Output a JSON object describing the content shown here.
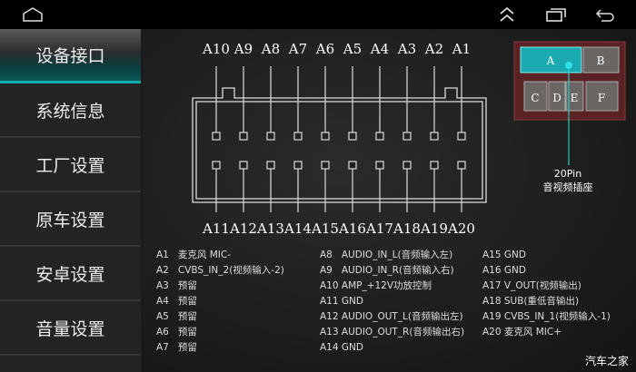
{
  "nav": {
    "icons": [
      "home-icon",
      "expand-up-icon",
      "recent-apps-icon",
      "back-icon"
    ]
  },
  "sidebar": {
    "items": [
      {
        "label": "设备接口",
        "active": true
      },
      {
        "label": "系统信息"
      },
      {
        "label": "工厂设置"
      },
      {
        "label": "原车设置"
      },
      {
        "label": "安卓设置"
      },
      {
        "label": "音量设置"
      }
    ]
  },
  "connector": {
    "top_labels": [
      "A10",
      "A9",
      "A8",
      "A7",
      "A6",
      "A5",
      "A4",
      "A3",
      "A2",
      "A1"
    ],
    "bottom_labels": [
      "A11",
      "A12",
      "A13",
      "A14",
      "A15",
      "A16",
      "A17",
      "A18",
      "A19",
      "A20"
    ]
  },
  "plug": {
    "cells": [
      "A",
      "B",
      "C",
      "D",
      "E",
      "F"
    ],
    "selected": "A",
    "label_line1": "20Pin",
    "label_line2": "音视频插座",
    "accent": "#1aa9b0"
  },
  "legend": {
    "columns": [
      [
        "A1   麦克风 MIC-",
        "A2   CVBS_IN_2(视频输入-2)",
        "A3   预留",
        "A4   预留",
        "A5   预留",
        "A6   预留",
        "A7   预留"
      ],
      [
        "A8   AUDIO_IN_L(音频输入左)",
        "A9   AUDIO_IN_R(音频输入右)",
        "A10 AMP_+12V功放控制",
        "A11 GND",
        "A12 AUDIO_OUT_L(音频输出左)",
        "A13 AUDIO_OUT_R(音频输出右)",
        "A14 GND"
      ],
      [
        "A15 GND",
        "A16 GND",
        "A17 V_OUT(视频输出)",
        "A18 SUB(重低音输出)",
        "A19 CVBS_IN_1(视频输入-1)",
        "A20 麦克风 MIC+"
      ]
    ]
  },
  "watermark": "汽车之家"
}
